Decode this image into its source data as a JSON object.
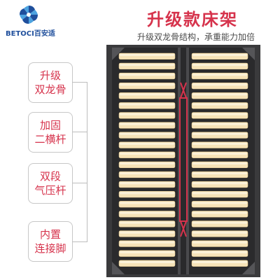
{
  "brand": {
    "logo_text": "BETOCI百安适",
    "logo_icon": "blue-pinwheel-logo-icon",
    "brand_color": "#1f4f9c"
  },
  "header": {
    "title": "升级款床架",
    "subtitle": "升级双龙骨结构，承重能力加倍"
  },
  "features": [
    {
      "line1": "升级",
      "line2": "双龙骨"
    },
    {
      "line1": "加固",
      "line2": "二横杆"
    },
    {
      "line1": "双段",
      "line2": "气压杆"
    },
    {
      "line1": "内置",
      "line2": "连接脚"
    }
  ],
  "colors": {
    "accent": "#d6334c",
    "frame": "#3a3a3c",
    "slat": "#f6e3b8"
  },
  "bed_frame": {
    "slats_per_side": 22
  }
}
